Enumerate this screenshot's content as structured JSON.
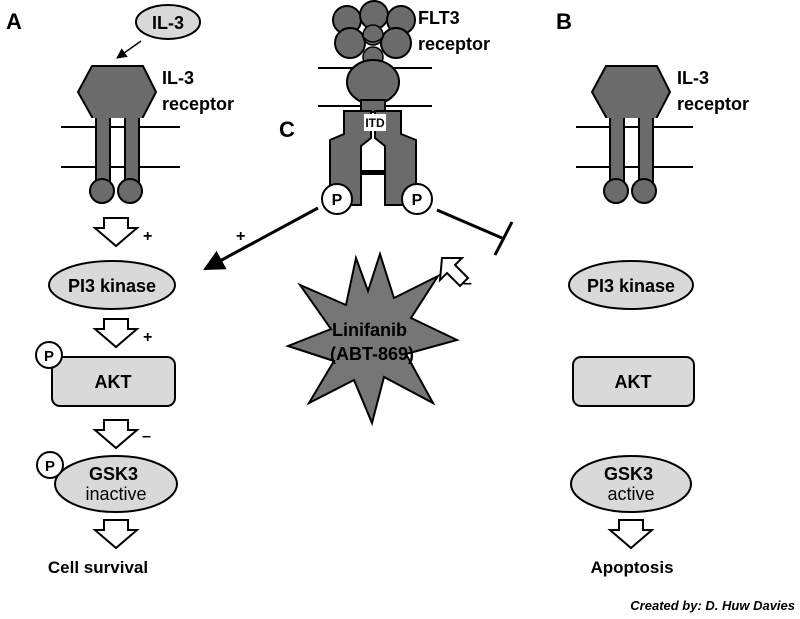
{
  "panels": {
    "a": "A",
    "b": "B",
    "c": "C"
  },
  "panel_a": {
    "ligand": "IL-3",
    "receptor_line1": "IL-3",
    "receptor_line2": "receptor",
    "plus1": "+",
    "pi3": "PI3 kinase",
    "plus2": "+",
    "p_akt": "P",
    "akt": "AKT",
    "minus": "–",
    "p_gsk": "P",
    "gsk_line1": "GSK3",
    "gsk_line2": "inactive",
    "outcome": "Cell survival"
  },
  "panel_b": {
    "receptor_line1": "IL-3",
    "receptor_line2": "receptor",
    "pi3": "PI3 kinase",
    "akt": "AKT",
    "gsk_line1": "GSK3",
    "gsk_line2": "active",
    "outcome": "Apoptosis"
  },
  "panel_c": {
    "flt3_line1": "FLT3",
    "flt3_line2": "receptor",
    "itd": "ITD",
    "p_left": "P",
    "p_right": "P",
    "plus": "+",
    "minus": "–",
    "drug_line1": "Linifanib",
    "drug_line2": "(ABT-869)"
  },
  "credit": "Created by: D. Huw Davies",
  "colors": {
    "receptor_fill": "#6b6b6b",
    "pill_fill": "#d9d9d9",
    "star_fill": "#767676",
    "stroke": "#000000"
  }
}
